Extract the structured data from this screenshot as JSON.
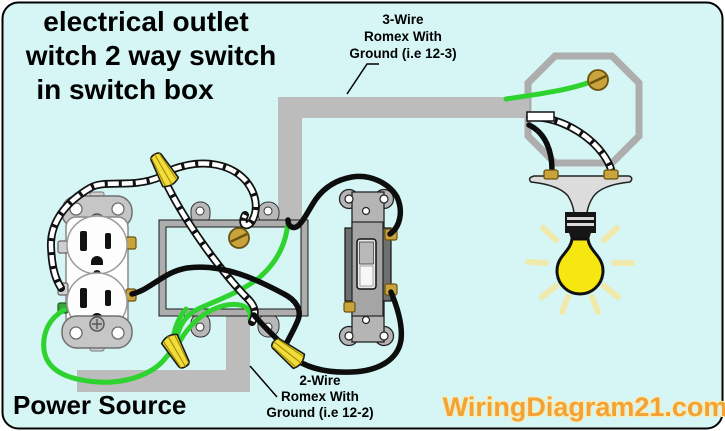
{
  "canvas": {
    "bg": "#ffffff",
    "panel": "#d5f6f5",
    "border": "#000000"
  },
  "title": {
    "lines": [
      "electrical outlet",
      "witch 2 way switch",
      "in switch box"
    ]
  },
  "labels": {
    "three_wire": {
      "lines": [
        "3-Wire",
        "Romex With",
        "Ground (i.e 12-3)"
      ]
    },
    "two_wire": {
      "lines": [
        "2-Wire",
        "Romex With",
        "Ground (i.e 12-2)"
      ]
    },
    "power_source": "Power Source"
  },
  "watermark": {
    "text": "WiringDiagram21.com",
    "color": "#f1a337"
  },
  "colors": {
    "conduit": "#bcbcbc",
    "box_frame": "#adadad",
    "tab_metal": "#b8b8b8",
    "wire_green": "#2fd32f",
    "wire_black": "#0d0d0d",
    "wire_white": "#ffffff",
    "wire_nut": "#f2dd3a",
    "brass": "#c9a33c",
    "bulb": "#f6e711",
    "bulb_ray": "#efe9ab",
    "fixture": "#dcdcdc",
    "outlet_white": "#fdfdfd",
    "metal_strap": "#c6c6c6",
    "switch_metal": "#b5b5b5",
    "switch_dark": "#6f6f6f",
    "switch_plate": "#a5a5a5",
    "toggle": "#e8e8e8",
    "green_terminal": "#3aa33a"
  }
}
